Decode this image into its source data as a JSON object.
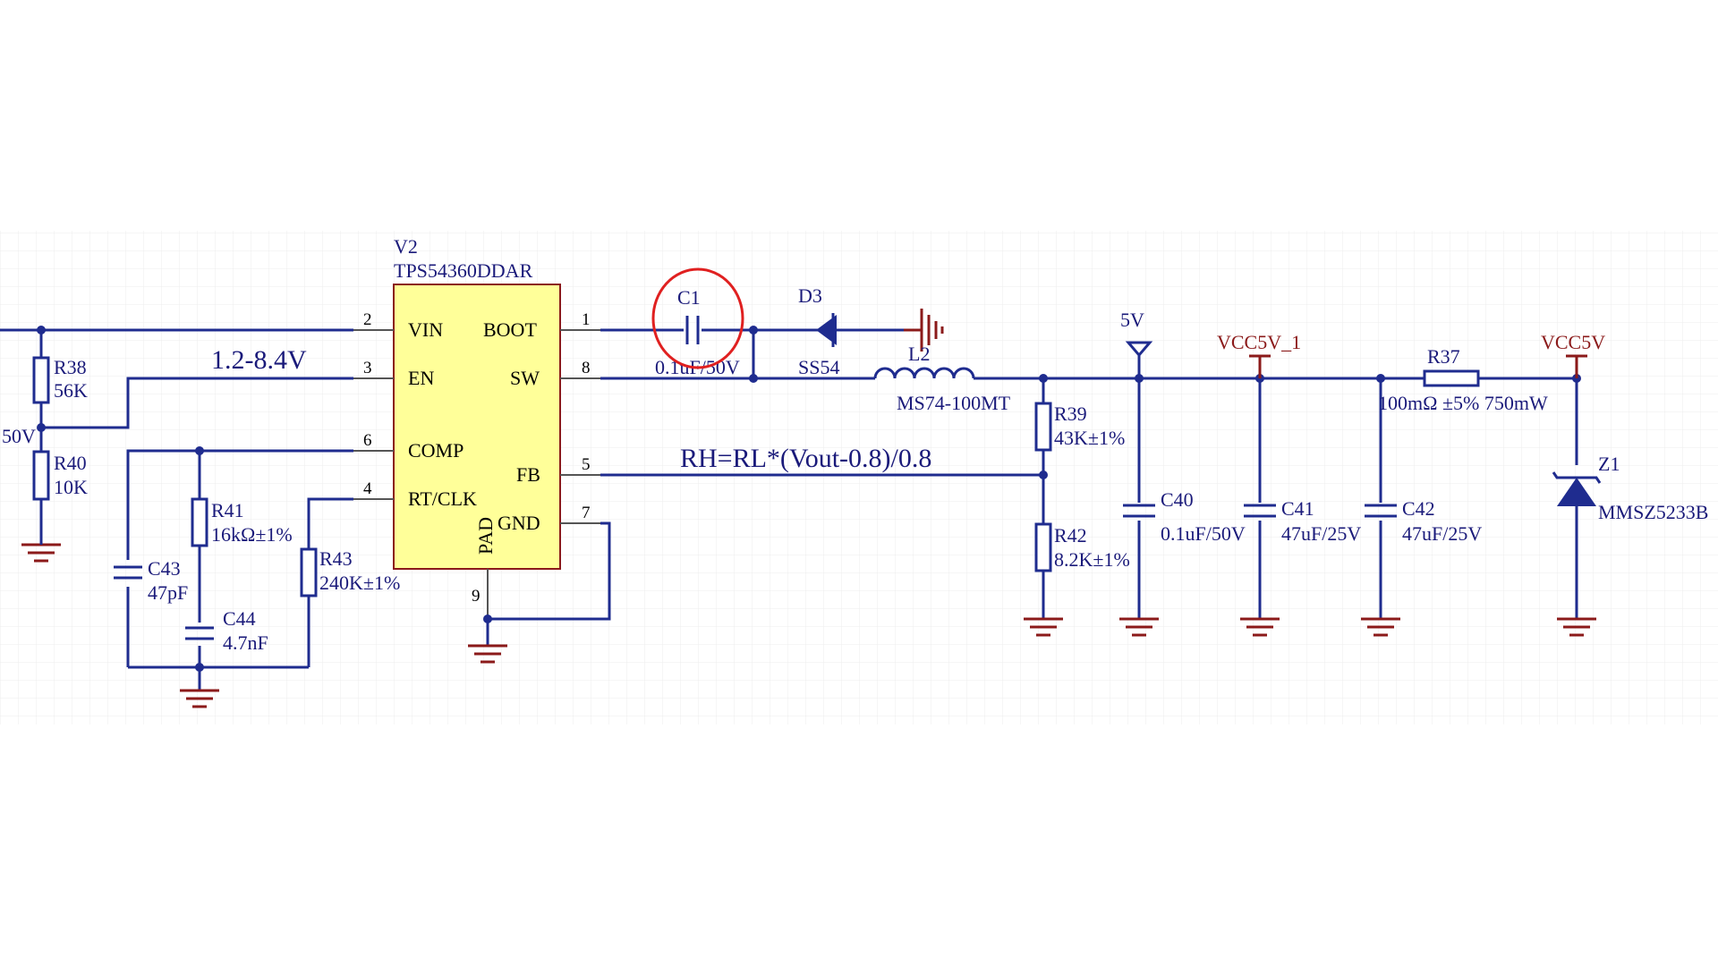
{
  "ic": {
    "ref": "V2",
    "part": "TPS54360DDAR",
    "pad_label": "PAD",
    "pins": {
      "vin": {
        "num": "2",
        "name": "VIN"
      },
      "en": {
        "num": "3",
        "name": "EN"
      },
      "comp": {
        "num": "6",
        "name": "COMP"
      },
      "rtclk": {
        "num": "4",
        "name": "RT/CLK"
      },
      "boot": {
        "num": "1",
        "name": "BOOT"
      },
      "sw": {
        "num": "8",
        "name": "SW"
      },
      "fb": {
        "num": "5",
        "name": "FB"
      },
      "gnd": {
        "num": "7",
        "name": "GND"
      },
      "pad": {
        "num": "9"
      }
    }
  },
  "annotations": {
    "input_range": "1.2-8.4V",
    "formula": "RH=RL*(Vout-0.8)/0.8",
    "left_cut_label": "50V"
  },
  "components": {
    "r38": {
      "ref": "R38",
      "value": "56K"
    },
    "r40": {
      "ref": "R40",
      "value": "10K"
    },
    "r41": {
      "ref": "R41",
      "value": "16kΩ±1%"
    },
    "r43": {
      "ref": "R43",
      "value": "240K±1%"
    },
    "c43": {
      "ref": "C43",
      "value": "47pF"
    },
    "c44": {
      "ref": "C44",
      "value": "4.7nF"
    },
    "c1": {
      "ref": "C1",
      "value": "0.1uF/50V"
    },
    "d3": {
      "ref": "D3",
      "value": "SS54"
    },
    "l2": {
      "ref": "L2",
      "value": "MS74-100MT"
    },
    "r39": {
      "ref": "R39",
      "value": "43K±1%"
    },
    "r42": {
      "ref": "R42",
      "value": "8.2K±1%"
    },
    "c40": {
      "ref": "C40",
      "value": "0.1uF/50V"
    },
    "c41": {
      "ref": "C41",
      "value": "47uF/25V"
    },
    "c42": {
      "ref": "C42",
      "value": "47uF/25V"
    },
    "r37": {
      "ref": "R37",
      "value": "100mΩ ±5% 750mW"
    },
    "z1": {
      "ref": "Z1",
      "value": "MMSZ5233B"
    }
  },
  "nets": {
    "v5": "5V",
    "vcc5v_1": "VCC5V_1",
    "vcc5v": "VCC5V"
  },
  "colors": {
    "wire": "#1f2c8f",
    "ic_fill": "#ffff99",
    "ic_border": "#8b1a1a",
    "power_label": "#8b1a1a",
    "highlight": "#e02020",
    "grid": "#ececec"
  }
}
